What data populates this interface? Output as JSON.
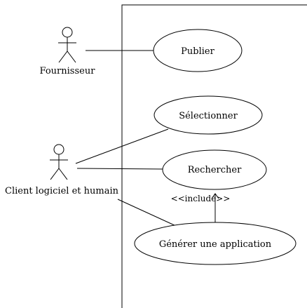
{
  "diagram": {
    "type": "uml-use-case",
    "actors": [
      {
        "id": "fournisseur",
        "label": "Fournisseur"
      },
      {
        "id": "client",
        "label": "Client logiciel et humain"
      }
    ],
    "use_cases": [
      {
        "id": "publier",
        "label": "Publier"
      },
      {
        "id": "selectionner",
        "label": "Sélectionner"
      },
      {
        "id": "rechercher",
        "label": "Rechercher"
      },
      {
        "id": "generer",
        "label": "Générer une application"
      }
    ],
    "associations": [
      {
        "from": "fournisseur",
        "to": "publier"
      },
      {
        "from": "client",
        "to": "selectionner"
      },
      {
        "from": "client",
        "to": "rechercher"
      },
      {
        "from": "client",
        "to": "generer"
      }
    ],
    "relations": [
      {
        "from": "generer",
        "to": "rechercher",
        "stereotype": "<<include>>"
      }
    ]
  }
}
